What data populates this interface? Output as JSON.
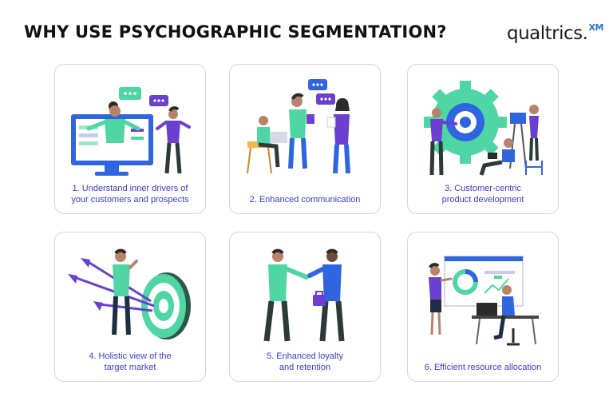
{
  "header": {
    "title": "WHY USE PSYCHOGRAPHIC SEGMENTATION?",
    "logo_text": "qualtrics.",
    "logo_superscript": "XM"
  },
  "cards": [
    {
      "caption_line1": "1. Understand inner drivers of",
      "caption_line2": "your customers and prospects",
      "icon": "monitor-presentation-illustration"
    },
    {
      "caption_line1": "2. Enhanced communication",
      "caption_line2": "",
      "icon": "team-conversation-illustration"
    },
    {
      "caption_line1": "3. Customer-centric",
      "caption_line2": "product development",
      "icon": "gear-product-illustration"
    },
    {
      "caption_line1": "4. Holistic view of the",
      "caption_line2": "target market",
      "icon": "target-darts-illustration"
    },
    {
      "caption_line1": "5. Enhanced loyalty",
      "caption_line2": "and retention",
      "icon": "handshake-illustration"
    },
    {
      "caption_line1": "6. Efficient resource allocation",
      "caption_line2": "",
      "icon": "dashboard-desk-illustration"
    }
  ],
  "colors": {
    "caption": "#3b3bd0",
    "accent_green": "#4fd6a4",
    "accent_purple": "#6b3fd0",
    "accent_blue": "#3a6ff0",
    "card_border": "#d6d6d6"
  }
}
